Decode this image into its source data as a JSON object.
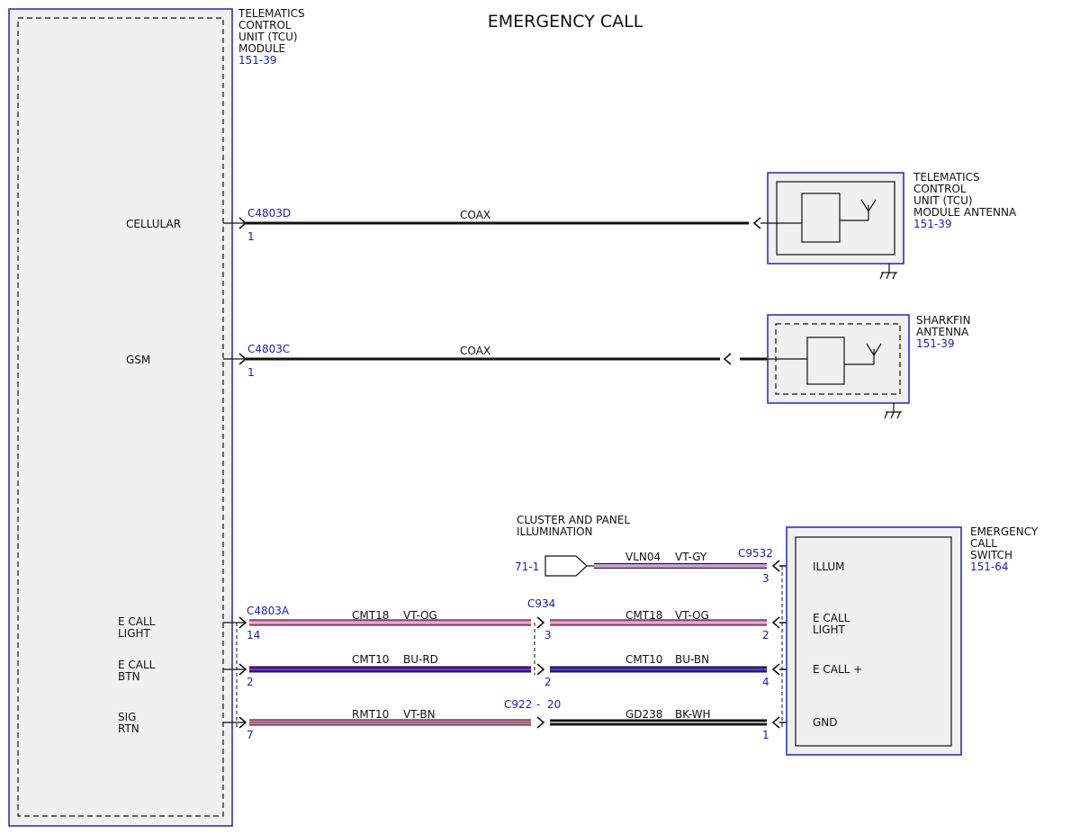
{
  "title": "EMERGENCY CALL",
  "colors": {
    "ref_blue": "#1a1acc",
    "box_blue": "#2222cc",
    "wire_pink": "#e07ab4",
    "wire_pink_light": "#f2b6d6",
    "wire_violet": "#c99ad8",
    "wire_blue": "#2a16d0",
    "wire_black": "#111111",
    "module_fill": "#f0f0f0"
  },
  "modules": {
    "tcu": {
      "name_lines": [
        "TELEMATICS",
        "CONTROL",
        "UNIT (TCU)",
        "MODULE"
      ],
      "ref": "151-39"
    },
    "tcu_antenna": {
      "name_lines": [
        "TELEMATICS",
        "CONTROL",
        "UNIT (TCU)",
        "MODULE ANTENNA"
      ],
      "ref": "151-39"
    },
    "sharkfin": {
      "name_lines": [
        "SHARKFIN",
        "ANTENNA"
      ],
      "ref": "151-39"
    },
    "ecall_switch": {
      "name_lines": [
        "EMERGENCY",
        "CALL",
        "SWITCH"
      ],
      "ref": "151-64"
    },
    "cluster": {
      "name_lines": [
        "CLUSTER AND PANEL",
        "ILLUMINATION"
      ],
      "ref": "71-1"
    }
  },
  "pins": {
    "cellular": "CELLULAR",
    "gsm": "GSM",
    "ecall_light": [
      "E CALL",
      "LIGHT"
    ],
    "ecall_btn": [
      "E CALL",
      "BTN"
    ],
    "sig_rtn": [
      "SIG",
      "RTN"
    ],
    "sw_illum": "ILLUM",
    "sw_light": [
      "E CALL",
      "LIGHT"
    ],
    "sw_plus": "E CALL +",
    "sw_gnd": "GND"
  },
  "connectors": {
    "c4803d": "C4803D",
    "c4803c": "C4803C",
    "c4803a": "C4803A",
    "c934": "C934",
    "c922": "C922",
    "c922_dash": "-",
    "c922_pin": "20",
    "c9532": "C9532"
  },
  "pin_numbers": {
    "d1": "1",
    "c1": "1",
    "a14": "14",
    "a2": "2",
    "a7": "7",
    "c934_3": "3",
    "c934_2": "2",
    "sw3": "3",
    "sw2": "2",
    "sw4": "4",
    "sw1": "1"
  },
  "wires": {
    "coax1": {
      "label": "COAX"
    },
    "coax2": {
      "label": "COAX"
    },
    "vln04": {
      "circuit": "VLN04",
      "color": "VT-GY"
    },
    "cmt18_left": {
      "circuit": "CMT18",
      "color": "VT-OG"
    },
    "cmt18_right": {
      "circuit": "CMT18",
      "color": "VT-OG"
    },
    "cmt10_left": {
      "circuit": "CMT10",
      "color": "BU-RD"
    },
    "cmt10_right": {
      "circuit": "CMT10",
      "color": "BU-BN"
    },
    "rmt10": {
      "circuit": "RMT10",
      "color": "VT-BN"
    },
    "gd238": {
      "circuit": "GD238",
      "color": "BK-WH"
    }
  }
}
